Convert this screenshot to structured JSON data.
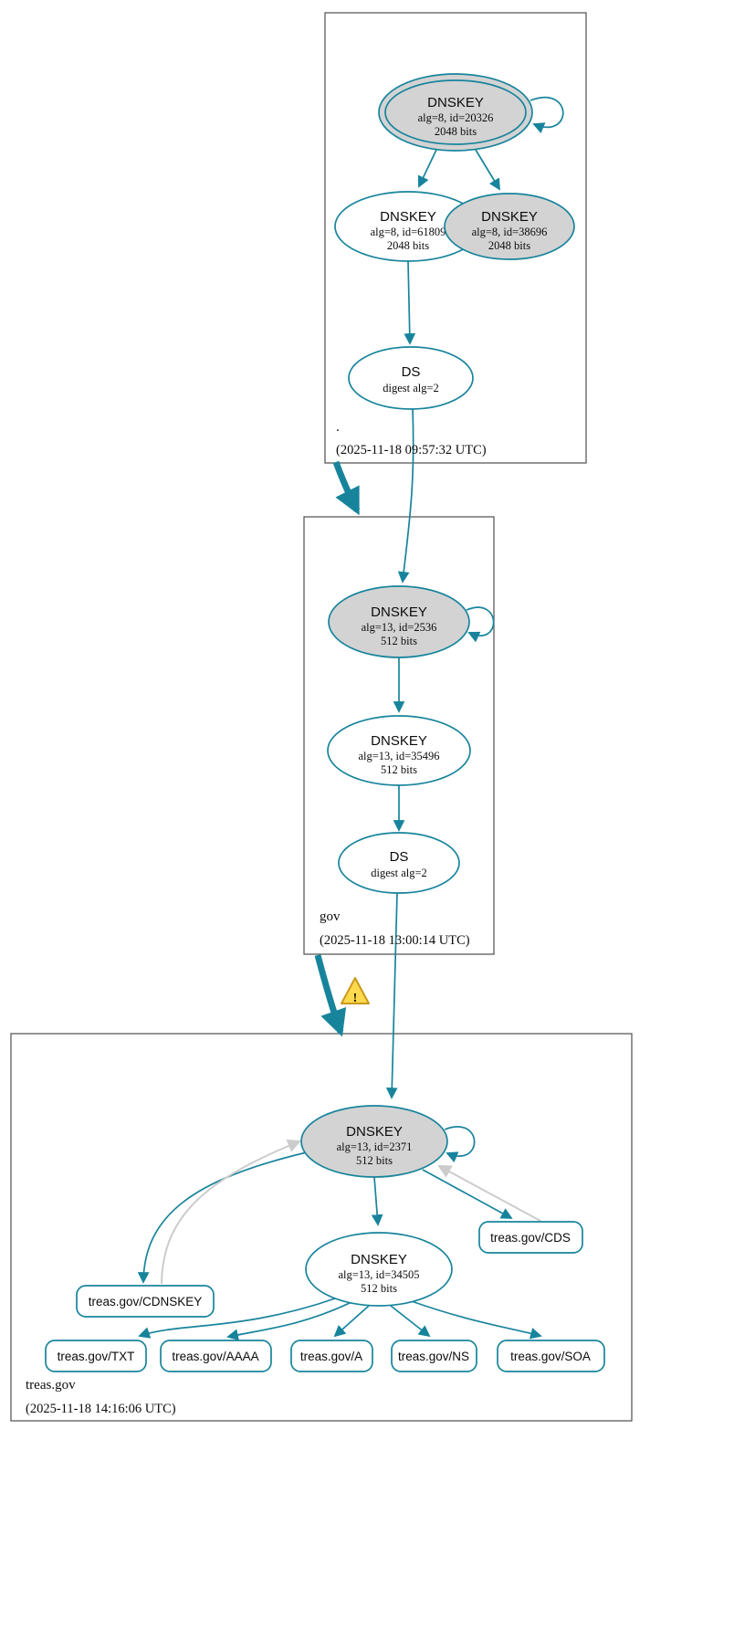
{
  "colors": {
    "secure_teal": "#17849c",
    "insecure_gray_arrow": "#cccccc",
    "ksk_fill": "#d3d3d3",
    "zone_border": "#5a5a5a",
    "warning_fill": "#ffd94d",
    "warning_border": "#c9971c"
  },
  "zones": {
    "root": {
      "name": ".",
      "timestamp": "(2025-11-18 09:57:32 UTC)",
      "ksk": {
        "title": "DNSKEY",
        "alg": "alg=8, id=20326",
        "bits": "2048 bits"
      },
      "zsk": {
        "title": "DNSKEY",
        "alg": "alg=8, id=61809",
        "bits": "2048 bits"
      },
      "key2": {
        "title": "DNSKEY",
        "alg": "alg=8, id=38696",
        "bits": "2048 bits"
      },
      "ds": {
        "title": "DS",
        "alg": "digest alg=2"
      }
    },
    "gov": {
      "name": "gov",
      "timestamp": "(2025-11-18 13:00:14 UTC)",
      "ksk": {
        "title": "DNSKEY",
        "alg": "alg=13, id=2536",
        "bits": "512 bits"
      },
      "zsk": {
        "title": "DNSKEY",
        "alg": "alg=13, id=35496",
        "bits": "512 bits"
      },
      "ds": {
        "title": "DS",
        "alg": "digest alg=2"
      }
    },
    "treas": {
      "name": "treas.gov",
      "timestamp": "(2025-11-18 14:16:06 UTC)",
      "ksk": {
        "title": "DNSKEY",
        "alg": "alg=13, id=2371",
        "bits": "512 bits"
      },
      "zsk": {
        "title": "DNSKEY",
        "alg": "alg=13, id=34505",
        "bits": "512 bits"
      },
      "rrsets": {
        "cds": {
          "label": "treas.gov/CDS"
        },
        "cdnskey": {
          "label": "treas.gov/CDNSKEY"
        },
        "txt": {
          "label": "treas.gov/TXT"
        },
        "aaaa": {
          "label": "treas.gov/AAAA"
        },
        "a": {
          "label": "treas.gov/A"
        },
        "ns": {
          "label": "treas.gov/NS"
        },
        "soa": {
          "label": "treas.gov/SOA"
        }
      }
    }
  },
  "warning": {
    "glyph": "!"
  }
}
